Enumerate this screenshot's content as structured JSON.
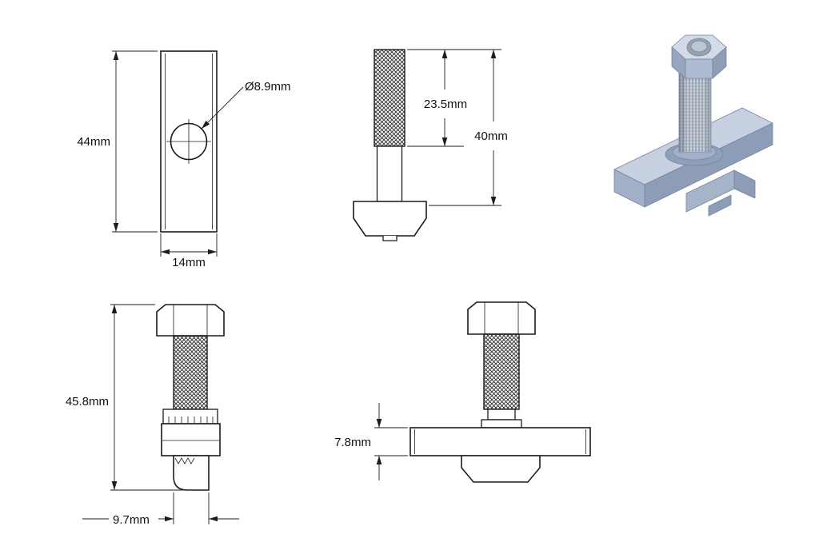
{
  "drawing": {
    "dims": {
      "plate_height": "44mm",
      "plate_width": "14mm",
      "hole_diameter": "Ø8.9mm",
      "thread_length": "23.5mm",
      "bolt_length": "40mm",
      "assembly_height": "45.8mm",
      "foot_width": "9.7mm",
      "plate_thickness": "7.8mm"
    },
    "render": {
      "plate_top": "#c6d0e0",
      "plate_front": "#a2b0c7",
      "plate_side": "#8d9cb7",
      "nut_top": "#d3dbe8",
      "nut_front": "#aebbd0",
      "nut_side": "#97a6c0",
      "stud": "#bdc5d1",
      "stud_dark": "#97a1af",
      "washer": "#8fa0bb",
      "tnut_front": "#a6b3c9",
      "tnut_side": "#8d9cb7"
    }
  }
}
